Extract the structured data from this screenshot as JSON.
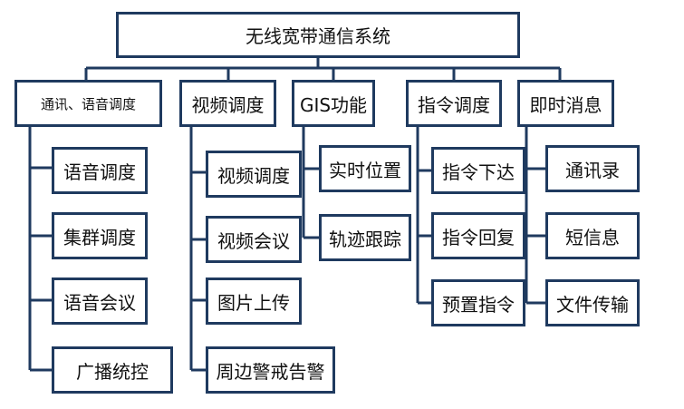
{
  "diagram": {
    "line_color": "#1f3a5f",
    "root": "无线宽带通信系统",
    "categories": [
      {
        "label": "通讯、语音调度",
        "items": [
          "语音调度",
          "集群调度",
          "语音会议",
          "广播统控"
        ]
      },
      {
        "label": "视频调度",
        "items": [
          "视频调度",
          "视频会议",
          "图片上传",
          "周边警戒告警"
        ]
      },
      {
        "label": "GIS功能",
        "items": [
          "实时位置",
          "轨迹跟踪"
        ]
      },
      {
        "label": "指令调度",
        "items": [
          "指令下达",
          "指令回复",
          "预置指令"
        ]
      },
      {
        "label": "即时消息",
        "items": [
          "通讯录",
          "短信息",
          "文件传输"
        ]
      }
    ]
  }
}
